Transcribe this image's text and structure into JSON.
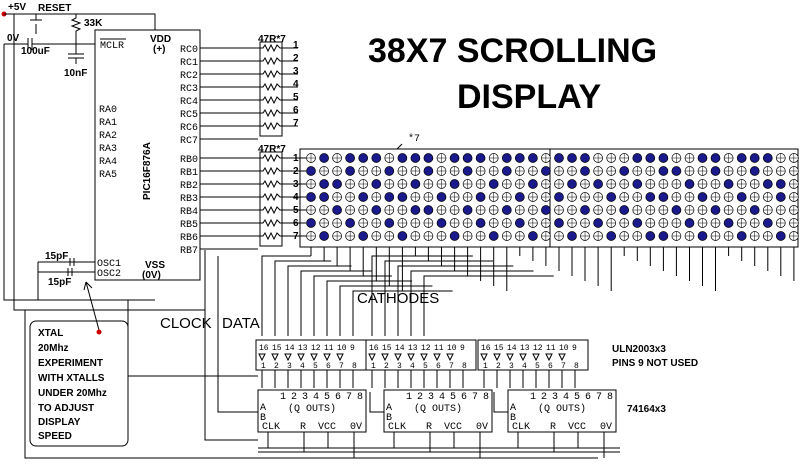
{
  "title": {
    "line1": "38X7 SCROLLING",
    "line2": "DISPLAY"
  },
  "power": {
    "plus5v": "+5V",
    "zero_v": "0V",
    "reset": "RESET",
    "r_pullup": "33K",
    "c_bulk": "100uF",
    "c_dec": "10nF"
  },
  "pic": {
    "name": "PIC16F876A",
    "mclr": "MCLR",
    "vdd": "VDD",
    "vdd_sign": "(+)",
    "vss": "VSS",
    "vss_sign": "(0V)",
    "osc1": "OSC1",
    "osc2": "OSC2",
    "ra_pins": [
      "RA0",
      "RA1",
      "RA2",
      "RA3",
      "RA4",
      "RA5"
    ],
    "rc_pins": [
      "RC0",
      "RC1",
      "RC2",
      "RC3",
      "RC4",
      "RC5",
      "RC6",
      "RC7"
    ],
    "rb_pins": [
      "RB0",
      "RB1",
      "RB2",
      "RB3",
      "RB4",
      "RB5",
      "RB6",
      "RB7"
    ]
  },
  "crystal": {
    "cap_top": "15pF",
    "cap_bottom": "15pF"
  },
  "resistors": {
    "label_top": "47R*7",
    "label_bottom": "47R*7",
    "pin_numbers": [
      "1",
      "2",
      "3",
      "4",
      "5",
      "6",
      "7"
    ]
  },
  "matrix": {
    "label": "*7"
  },
  "labels": {
    "cathodes": "CATHODES",
    "clock": "CLOCK",
    "data": "DATA"
  },
  "uln": {
    "label": "ULN2003x3",
    "note": "PINS 9 NOT USED",
    "top_pins": [
      "16",
      "15",
      "14",
      "13",
      "12",
      "11",
      "10",
      "9"
    ],
    "bottom_pins": [
      "1",
      "2",
      "3",
      "4",
      "5",
      "6",
      "7",
      "8"
    ]
  },
  "shiftreg": {
    "label": "74164x3",
    "q_outs": "(Q OUTS)",
    "q_pins": [
      "1",
      "2",
      "3",
      "4",
      "5",
      "6",
      "7",
      "8"
    ],
    "a": "A",
    "b": "B",
    "clk": "CLK",
    "r": "R",
    "vcc": "VCC",
    "zero_v": "0V"
  },
  "note": [
    "XTAL",
    "20Mhz",
    "EXPERIMENT",
    "WITH XTALLS",
    "UNDER 20Mhz",
    "TO ADJUST",
    "DISPLAY",
    "SPEED"
  ],
  "colors": {
    "led_on": "#1a1a8c",
    "wire": "#000000",
    "power_dot": "#cc0000"
  }
}
